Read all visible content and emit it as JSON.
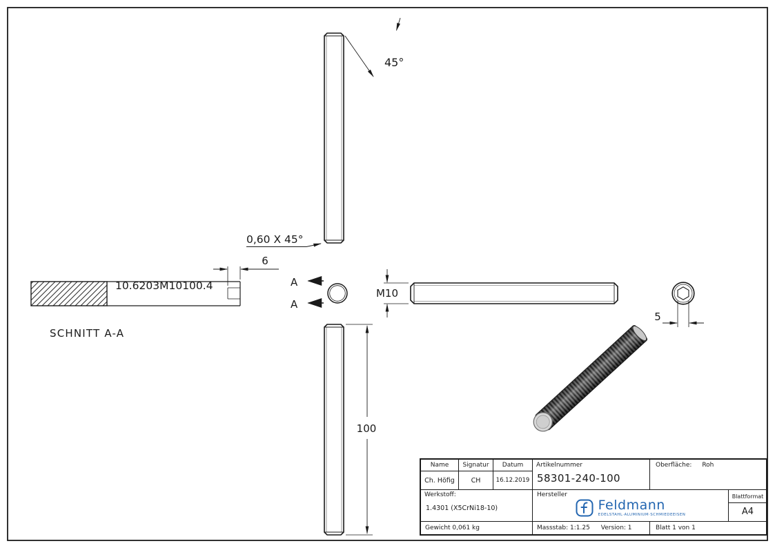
{
  "page": {
    "line_color": "#1a1a1a",
    "background": "#ffffff"
  },
  "drawing": {
    "labels": {
      "chamfer_angle": "45°",
      "chamfer_note": "0,60 X 45°",
      "socket_depth": "6",
      "section_dim_text": "10.6203M10100.4",
      "section_title": "SCHNITT A-A",
      "section_arrow_letter": "A",
      "thread_size": "M10",
      "length": "100",
      "hex_width": "5"
    }
  },
  "title_block": {
    "header_name": "Name",
    "header_signatur": "Signatur",
    "header_datum": "Datum",
    "header_artikelnummer": "Artikelnummer",
    "header_oberflaeche": "Oberfläche:",
    "oberflaeche_value": "Roh",
    "value_name": "Ch. Höfig",
    "value_signatur": "CH",
    "value_datum": "16.12.2019",
    "artikelnummer": "58301-240-100",
    "werkstoff_label": "Werkstoff:",
    "werkstoff_value": "1.4301 (X5CrNi18-10)",
    "hersteller_label": "Hersteller",
    "brand_name": "Feldmann",
    "brand_tagline": "EDELSTAHL·ALUMINIUM·SCHMIEDEEISEN",
    "brand_color": "#2265b0",
    "blattformat_label": "Blattformat",
    "blattformat_value": "A4",
    "gewicht": "Gewicht 0,061 kg",
    "massstab": "Massstab: 1:1.25",
    "version": "Version: 1",
    "blatt": "Blatt 1 von 1"
  }
}
